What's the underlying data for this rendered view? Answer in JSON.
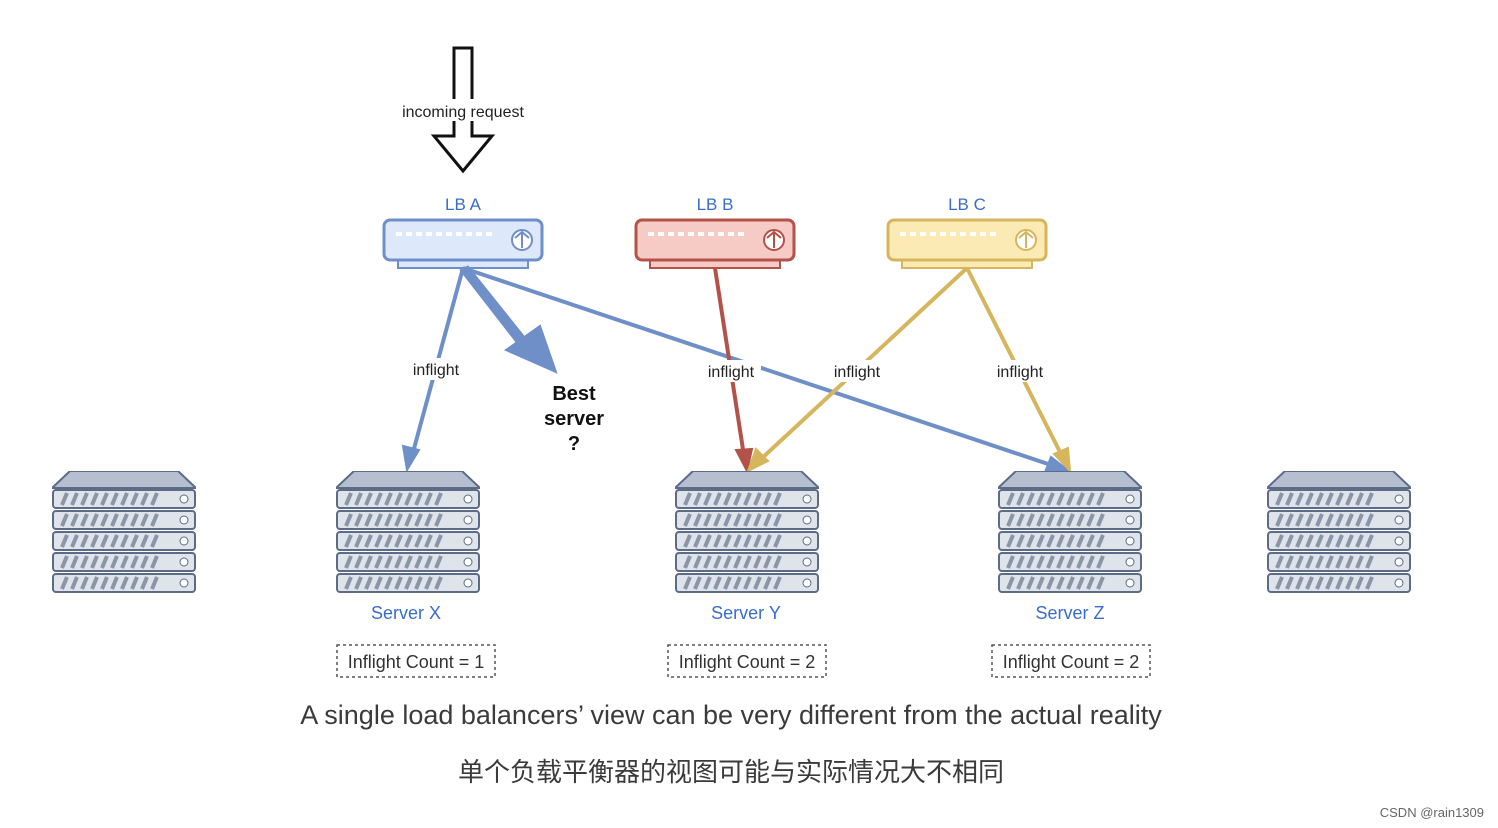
{
  "colors": {
    "lb_a": "#6f8fc9",
    "lb_b": "#b35248",
    "lb_c": "#d6b65c",
    "label_blue": "#3a6dc9"
  },
  "request": {
    "label": "incoming request"
  },
  "load_balancers": [
    {
      "id": "A",
      "label": "LB A",
      "fill": "#dde8fb",
      "stroke": "#6f8fc9"
    },
    {
      "id": "B",
      "label": "LB B",
      "fill": "#f6cbc6",
      "stroke": "#b35248"
    },
    {
      "id": "C",
      "label": "LB C",
      "fill": "#fbeab3",
      "stroke": "#d6b65c"
    }
  ],
  "servers": [
    {
      "name": "Server X",
      "count_label": "Inflight Count = 1"
    },
    {
      "name": "Server Y",
      "count_label": "Inflight Count = 2"
    },
    {
      "name": "Server Z",
      "count_label": "Inflight Count = 2"
    }
  ],
  "edges": [
    {
      "from": "LB A",
      "to": "Server X",
      "label": "inflight"
    },
    {
      "from": "LB B",
      "to": "Server Y",
      "label": "inflight"
    },
    {
      "from": "LB C",
      "to": "Server Y",
      "label": "inflight"
    },
    {
      "from": "LB C",
      "to": "Server Z",
      "label": "inflight"
    },
    {
      "from": "LB A",
      "to": "Server Z",
      "label": ""
    }
  ],
  "best_server": {
    "line1": "Best",
    "line2": "server",
    "line3": "?"
  },
  "caption": {
    "en": "A single load balancers’ view can be very different from the actual reality",
    "zh": "单个负载平衡器的视图可能与实际情况大不相同"
  },
  "watermark": "CSDN @rain1309"
}
